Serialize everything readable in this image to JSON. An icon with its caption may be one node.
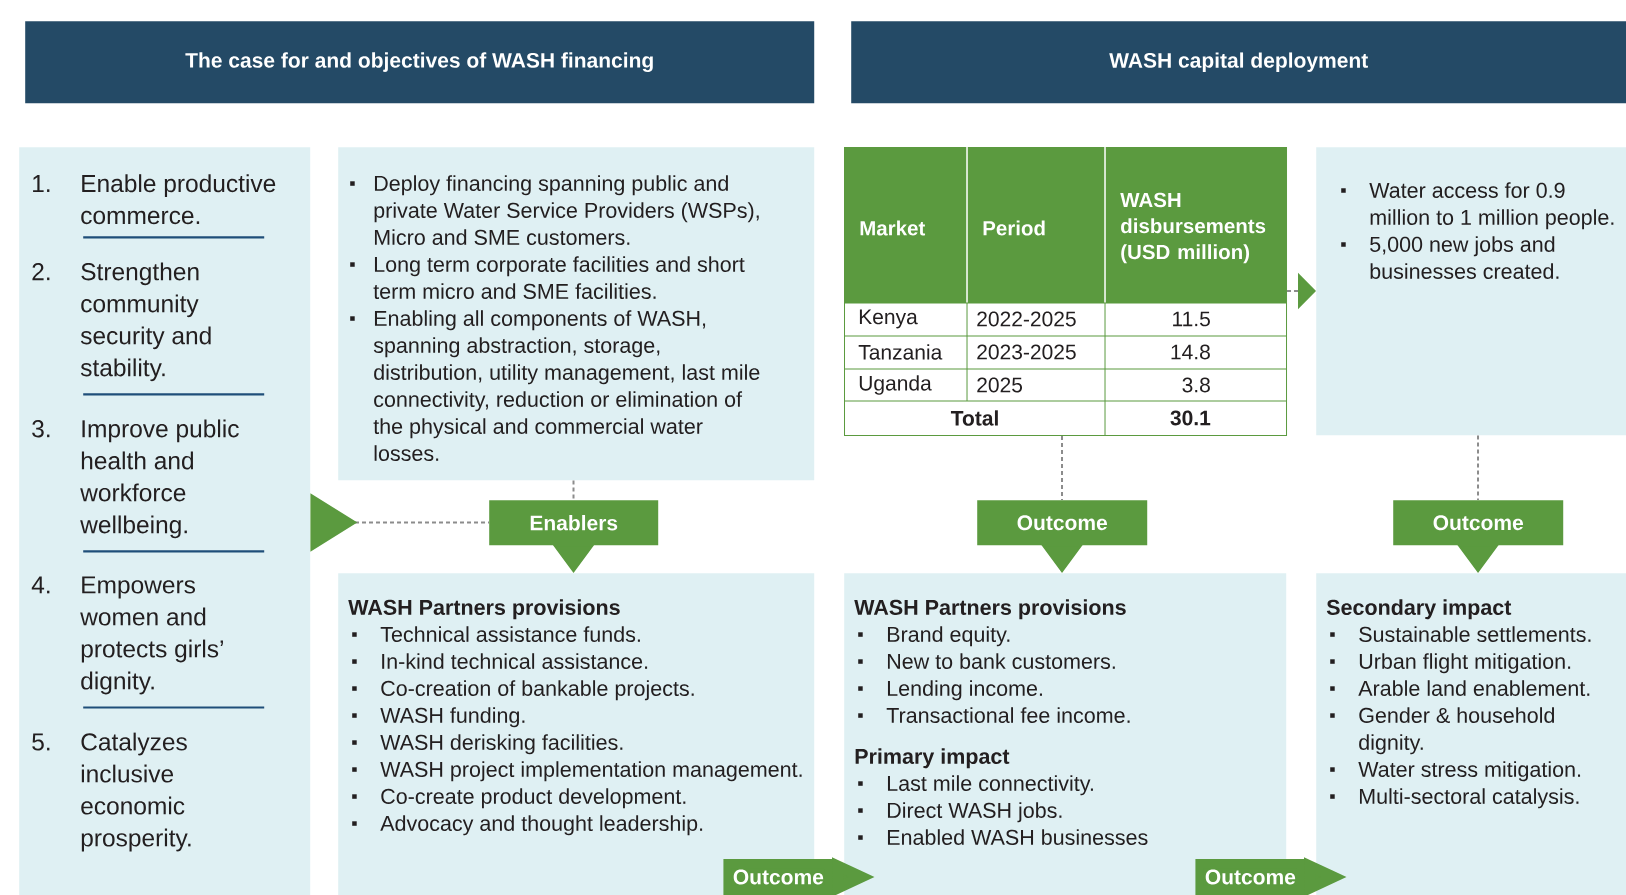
{
  "diagram": {
    "nodes": [
      {
        "text": [
          "The case for and objectives of WASH financing"
        ]
      },
      {
        "text": [
          "WASH capital deployment"
        ]
      },
      {
        "text": [
          "1.",
          "Enable productive commerce.",
          "2.",
          "Strengthen community security and stability.",
          "3.",
          "Improve public health and workforce wellbeing.",
          "4.",
          "Empowers women and protects girls’ dignity.",
          "5.",
          "Catalyzes inclusive economic prosperity."
        ]
      },
      {
        "text": [
          "Deploy financing spanning public and private Water Service Providers (WSPs), Micro and SME customers.",
          "Long term corporate facilities and short term micro and SME facilities.",
          "Enabling all components of WASH, spanning abstraction, storage, distribution, utility management, last mile connectivity, reduction or elimination of the physical and commercial water losses."
        ]
      },
      {
        "text": [],
        "shape": "box"
      },
      {
        "text": [
          "Water access for 0.9 million to 1 million people.",
          "5,000 new jobs and businesses created."
        ]
      },
      {
        "text": [
          "Enablers"
        ]
      },
      {
        "text": [
          "Outcome"
        ]
      },
      {
        "text": [
          "Outcome"
        ]
      },
      {
        "text": [
          "WASH Partners provisions",
          "Technical assistance funds.",
          "In-kind technical assistance.",
          "Co-creation of bankable projects.",
          "WASH funding.",
          "WASH derisking facilities.",
          "WASH project implementation management.",
          "Co-create product development.",
          "Advocacy and thought leadership."
        ]
      },
      {
        "text": [
          "WASH Partners provisions",
          "Brand equity.",
          "New to bank customers.",
          "Lending income.",
          "Transactional fee income.",
          "Primary impact",
          "Last mile connectivity.",
          "Direct WASH jobs.",
          "Enabled WASH businesses"
        ]
      },
      {
        "text": [
          "Secondary impact",
          "Sustainable settlements.",
          "Urban flight mitigation.",
          "Arable land enablement.",
          "Gender & household dignity.",
          "Water stress mitigation.",
          "Multi-sectoral catalysis."
        ]
      }
    ],
    "edges": [
      {
        "from": 2,
        "to": 6,
        "arrow": "to",
        "style": "dashed"
      },
      {
        "from": 3,
        "to": 6,
        "arrow": "none",
        "style": "dashed"
      },
      {
        "from": 6,
        "to": 9,
        "arrow": "to"
      },
      {
        "from": 4,
        "to": 7,
        "arrow": "none",
        "style": "dashed"
      },
      {
        "from": 7,
        "to": 10,
        "arrow": "to"
      },
      {
        "from": 4,
        "to": 5,
        "arrow": "to",
        "style": "dashed"
      },
      {
        "from": 5,
        "to": 8,
        "arrow": "none",
        "style": "dashed"
      },
      {
        "from": 8,
        "to": 11,
        "arrow": "to"
      },
      {
        "from": 9,
        "to": 10,
        "arrow": "to",
        "label": "Outcome",
        "style": "thick"
      },
      {
        "from": 10,
        "to": 11,
        "arrow": "to",
        "label": "Outcome",
        "style": "thick"
      }
    ],
    "labels": [
      "Market",
      "Period",
      "WASH disbursements (USD million)",
      "Kenya",
      "2022-2025",
      "11.5",
      "Tanzania",
      "2023-2025",
      "14.8",
      "Uganda",
      "2025",
      "3.8",
      "Total",
      "30.1"
    ]
  }
}
